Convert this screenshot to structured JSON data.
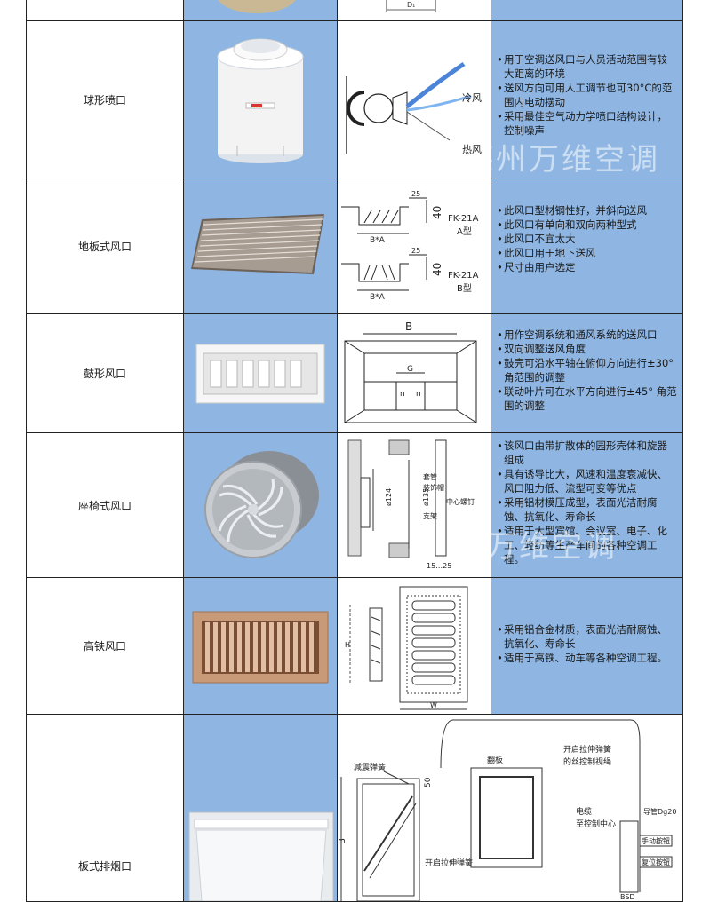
{
  "rows": [
    {
      "name": "",
      "drawing_label": "D₁",
      "features": []
    },
    {
      "name": "球形喷口",
      "drawing_labels": [
        "冷风",
        "热风"
      ],
      "features": [
        "用于空调送风口与人员活动范围有较大距离的环境",
        "送风方向可用人工调节也可30°C的范围内电动摆动",
        "采用最佳空气动力学喷口结构设计，控制噪声"
      ]
    },
    {
      "name": "地板式风口",
      "drawing_labels": [
        "25",
        "40",
        "B*A",
        "FK-21A",
        "A型",
        "25",
        "40",
        "B*A",
        "FK-21A",
        "B型"
      ],
      "features": [
        "此风口型材钢性好，并斜向送风",
        "此风口有单向和双向两种型式",
        "此风口不宜太大",
        "此风口用于地下送风",
        "尺寸由用户选定"
      ]
    },
    {
      "name": "鼓形风口",
      "drawing_labels": [
        "B",
        "G",
        "n",
        "n"
      ],
      "features": [
        "用作空调系统和通风系统的送风口",
        "双向调整送风角度",
        "鼓壳可沿水平轴在俯仰方向进行±30° 角范围的调整",
        "联动叶片可在水平方向进行±45° 角范围的调整"
      ]
    },
    {
      "name": "座椅式风口",
      "drawing_labels": [
        "ø124",
        "ø135",
        "套管",
        "装饰帽",
        "中心螺钉",
        "支架",
        "15…25"
      ],
      "features": [
        "该风口由带扩散体的园形壳体和旋器组成",
        "具有诱导比大，风速和温度衰减快、风口阻力低、流型可变等优点",
        "采用铝材模压成型，表面光洁耐腐蚀、抗氧化、寿命长",
        "适用于大型宾馆、会议室、电子、化工、轻纺等生产车间的各种空调工程。"
      ]
    },
    {
      "name": "高铁风口",
      "drawing_labels": [
        "H",
        "W"
      ],
      "features": [
        "采用铝合金材质，表面光洁耐腐蚀、抗氧化、寿命长",
        "适用于高铁、动车等各种空调工程。"
      ]
    },
    {
      "name": "板式排烟口",
      "drawing_labels": [
        "减震弹簧",
        "50",
        "B",
        "开启拉伸弹簧",
        "翻板",
        "开启拉伸弹簧",
        "的丝控制视绳",
        "电缆",
        "至控制中心",
        "导管Dg20",
        "手动按钮",
        "复位按钮",
        "BSD"
      ],
      "features": []
    }
  ],
  "watermark_text": "德州万维空调"
}
